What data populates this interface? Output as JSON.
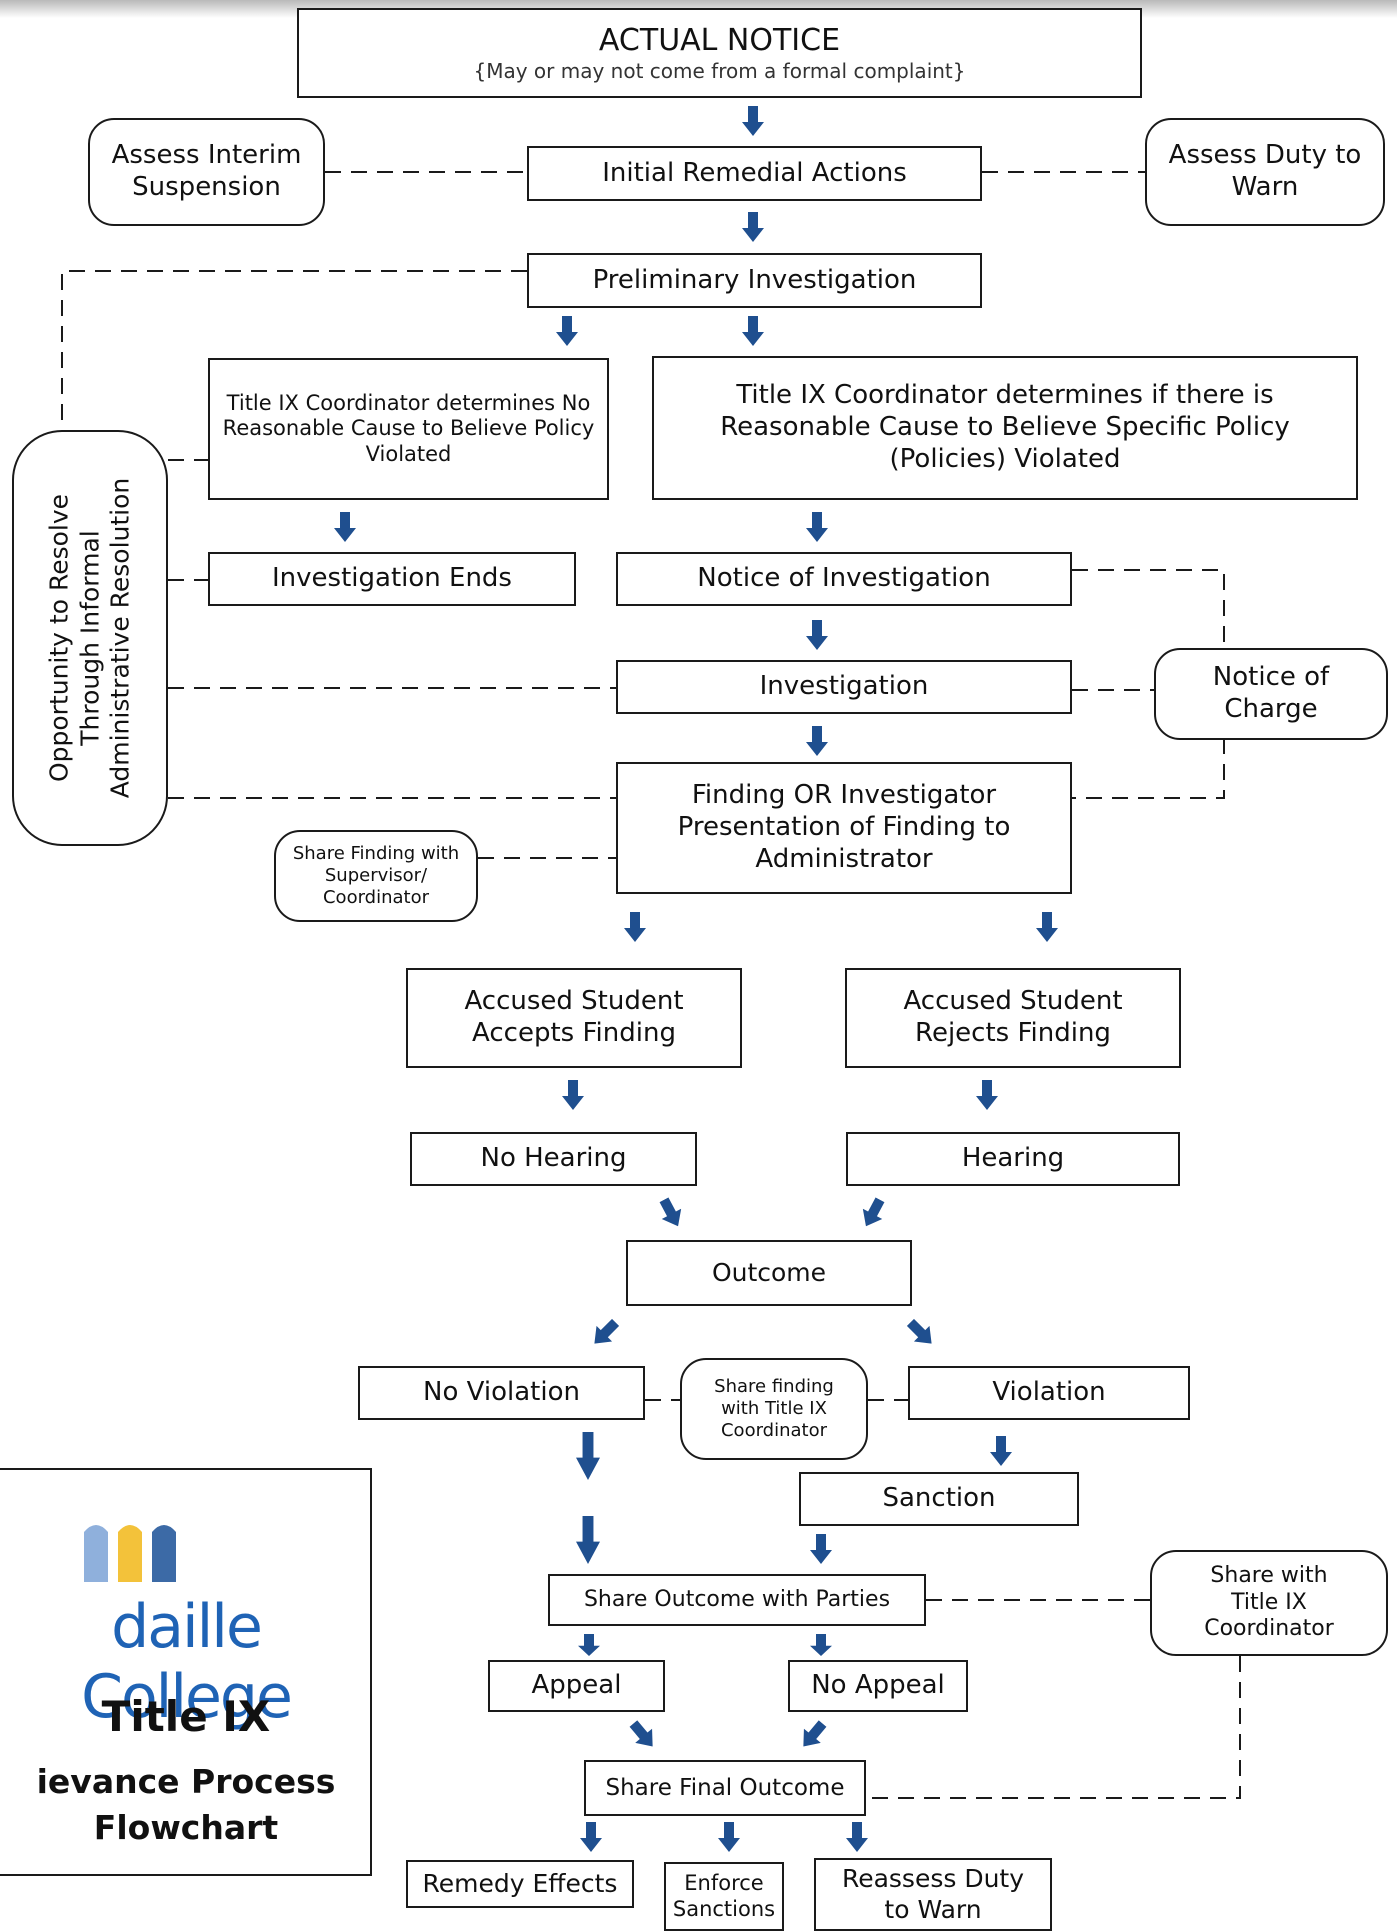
{
  "boxes": {
    "actual_notice": "ACTUAL NOTICE",
    "actual_notice_sub": "{May or may not come from a formal complaint}",
    "initial_remedial": "Initial Remedial Actions",
    "assess_interim": "Assess Interim Suspension",
    "assess_duty": "Assess Duty to Warn",
    "preliminary": "Preliminary Investigation",
    "no_cause": "Title IX Coordinator determines No Reasonable Cause to Believe Policy Violated",
    "cause": "Title IX Coordinator determines if there is Reasonable Cause to Believe Specific Policy (Policies) Violated",
    "informal": "Opportunity to Resolve\nThrough Informal\nAdministrative Resolution",
    "investigation_ends": "Investigation Ends",
    "notice_investigation": "Notice of Investigation",
    "investigation": "Investigation",
    "notice_charge": "Notice of Charge",
    "finding": "Finding OR Investigator Presentation of Finding to Administrator",
    "share_finding_supervisor": "Share Finding with Supervisor/ Coordinator",
    "accepts": "Accused Student Accepts Finding",
    "rejects": "Accused Student Rejects Finding",
    "no_hearing": "No Hearing",
    "hearing": "Hearing",
    "outcome": "Outcome",
    "no_violation": "No Violation",
    "violation": "Violation",
    "share_finding_titleix": "Share finding with Title IX Coordinator",
    "sanction": "Sanction",
    "share_outcome": "Share Outcome with Parties",
    "share_with_titleix": "Share with Title IX Coordinator",
    "appeal": "Appeal",
    "no_appeal": "No Appeal",
    "share_final": "Share Final Outcome",
    "remedy": "Remedy Effects",
    "enforce": "Enforce Sanctions",
    "reassess": "Reassess Duty to Warn"
  },
  "logo": {
    "college": "daille College",
    "title": "Title IX",
    "subtitle1": "ievance Process",
    "subtitle2": "Flowchart"
  },
  "colors": {
    "arrow": "#1f4f8f",
    "line": "#1a1a1a",
    "logo_blue": "#1f63b5",
    "logo_gold": "#f3c23a",
    "logo_light_blue": "#8fb0dc",
    "logo_dark_blue": "#3c6aa6"
  }
}
